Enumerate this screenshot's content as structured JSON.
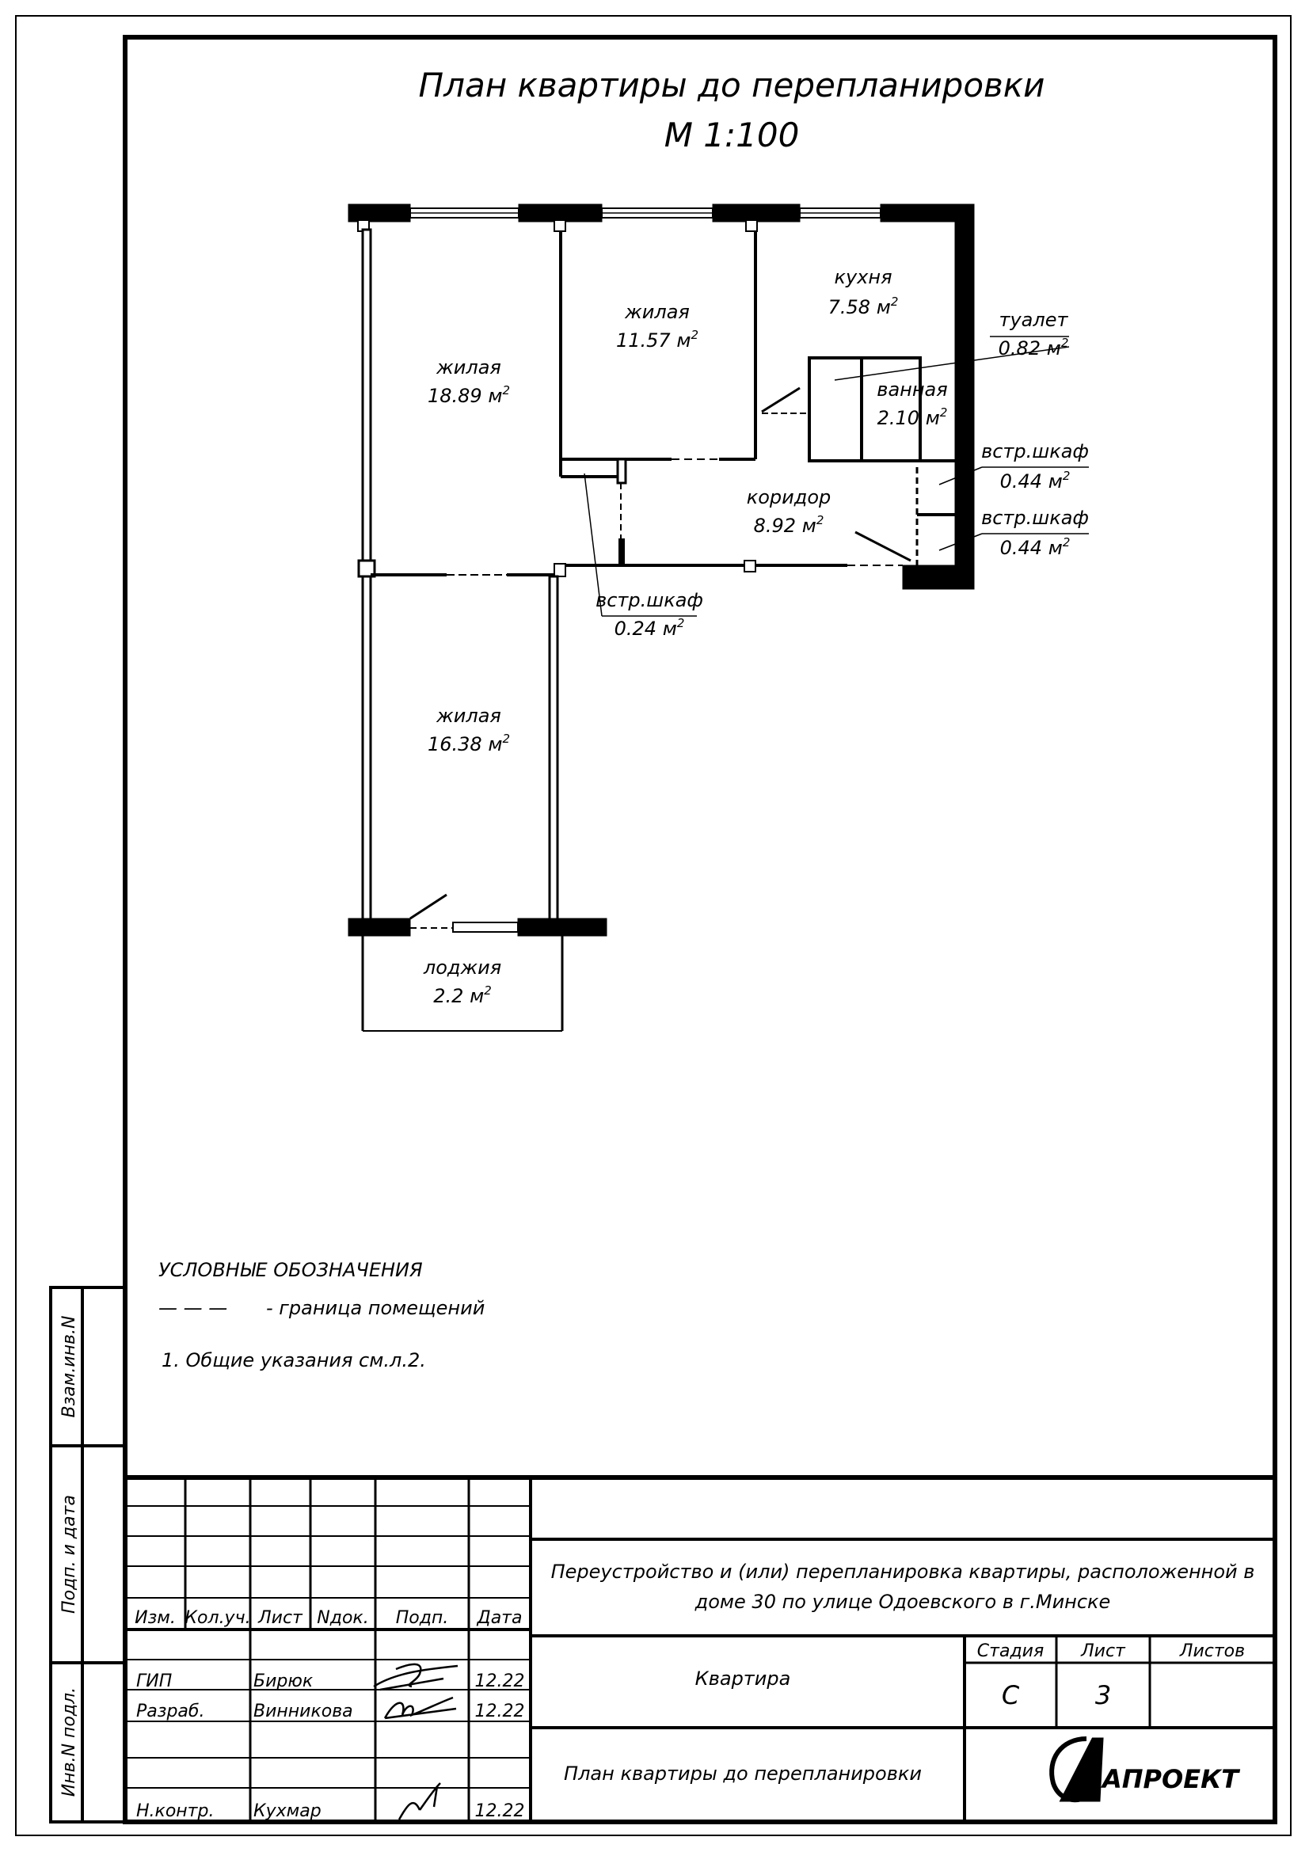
{
  "drawing": {
    "title_line1": "План квартиры до перепланировки",
    "title_line2": "М 1:100"
  },
  "rooms": [
    {
      "name": "жилая",
      "area": "18.89"
    },
    {
      "name": "жилая",
      "area": "11.57"
    },
    {
      "name": "кухня",
      "area": "7.58"
    },
    {
      "name": "туалет",
      "area": "0.82"
    },
    {
      "name": "ванная",
      "area": "2.10"
    },
    {
      "name": "встр.шкаф",
      "area": "0.44"
    },
    {
      "name": "встр.шкаф",
      "area": "0.44"
    },
    {
      "name": "коридор",
      "area": "8.92"
    },
    {
      "name": "встр.шкаф",
      "area": "0.24"
    },
    {
      "name": "жилая",
      "area": "16.38"
    },
    {
      "name": "лоджия",
      "area": "2.2"
    }
  ],
  "area_unit": "м",
  "area_sup": "2",
  "legend": {
    "heading": "УСЛОВНЫЕ ОБОЗНАЧЕНИЯ",
    "line_symbol": "— — —",
    "boundary_text": "- граница помещений",
    "note": "1. Общие указания см.л.2."
  },
  "side_stamp": {
    "vzam": "Взам.инв.N",
    "podp": "Подп. и дата",
    "inv": "Инв.N подл."
  },
  "stamp": {
    "headers": [
      "Изм.",
      "Кол.уч.",
      "Лист",
      "Nдок.",
      "Подп.",
      "Дата"
    ],
    "signers": [
      {
        "role": "ГИП",
        "name": "Бирюк",
        "date": "12.22"
      },
      {
        "role": "Разраб.",
        "name": "Винникова",
        "date": "12.22"
      },
      {
        "role": "Н.контр.",
        "name": "Кухмар",
        "date": "12.22"
      }
    ],
    "project_line1": "Переустройство и (или) перепланировка квартиры, расположенной в",
    "project_line2": "доме 30 по улице Одоевского в г.Минске",
    "object": "Квартира",
    "sheet_title": "План квартиры до перепланировки",
    "stage_label": "Стадия",
    "sheet_label": "Лист",
    "sheets_label": "Листов",
    "stage": "С",
    "sheet": "3",
    "company": "АПРОЕКТ"
  }
}
